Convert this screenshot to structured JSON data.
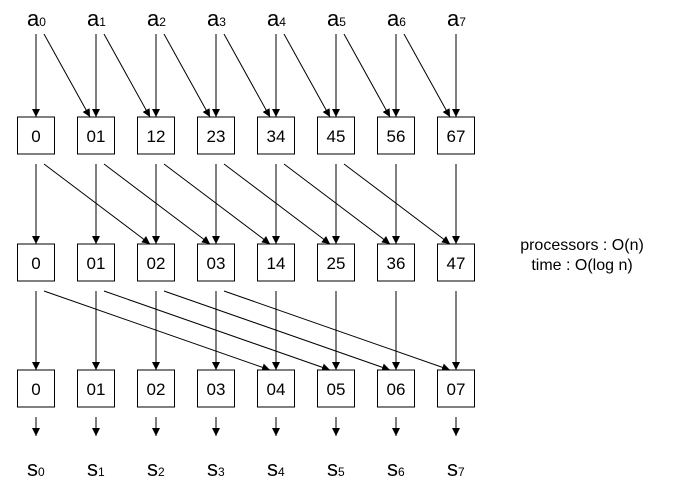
{
  "inputs": [
    {
      "base": "a",
      "sub": "0"
    },
    {
      "base": "a",
      "sub": "1"
    },
    {
      "base": "a",
      "sub": "2"
    },
    {
      "base": "a",
      "sub": "3"
    },
    {
      "base": "a",
      "sub": "4"
    },
    {
      "base": "a",
      "sub": "5"
    },
    {
      "base": "a",
      "sub": "6"
    },
    {
      "base": "a",
      "sub": "7"
    }
  ],
  "outputs": [
    {
      "base": "s",
      "sub": "0"
    },
    {
      "base": "s",
      "sub": "1"
    },
    {
      "base": "s",
      "sub": "2"
    },
    {
      "base": "s",
      "sub": "3"
    },
    {
      "base": "s",
      "sub": "4"
    },
    {
      "base": "s",
      "sub": "5"
    },
    {
      "base": "s",
      "sub": "6"
    },
    {
      "base": "s",
      "sub": "7"
    }
  ],
  "stages": [
    {
      "labels": [
        "0",
        "01",
        "12",
        "23",
        "34",
        "45",
        "56",
        "67"
      ],
      "shift": 1
    },
    {
      "labels": [
        "0",
        "01",
        "02",
        "03",
        "14",
        "25",
        "36",
        "47"
      ],
      "shift": 2
    },
    {
      "labels": [
        "0",
        "01",
        "02",
        "03",
        "04",
        "05",
        "06",
        "07"
      ],
      "shift": 4
    }
  ],
  "note": {
    "line1": "processors : O(n)",
    "line2": "time : O(log n)"
  }
}
